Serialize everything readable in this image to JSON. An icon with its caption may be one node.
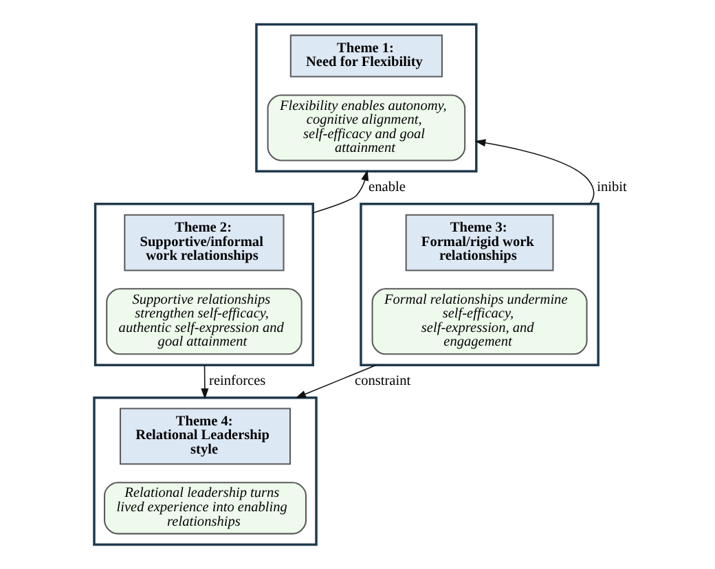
{
  "diagram": {
    "nodes": [
      {
        "text": [],
        "shape": "box"
      },
      {
        "text": [
          "Theme 1: Need for Flexibility"
        ],
        "in": 0
      },
      {
        "text": [
          "Flexibility enables autonomy, cognitive alignment, self-efficacy and goal attainment"
        ],
        "in": 0
      },
      {
        "text": [],
        "shape": "box"
      },
      {
        "text": [
          "Theme 2: Supportive/informal work relationships"
        ],
        "in": 3
      },
      {
        "text": [
          "Supportive relationships strengthen self-efficacy, authentic self-expression and goal attainment"
        ],
        "in": 3
      },
      {
        "text": [],
        "shape": "box"
      },
      {
        "text": [
          "Theme 3: Formal/rigid work relationships"
        ],
        "in": 6
      },
      {
        "text": [
          "Formal relationships undermine self-efficacy, self-expression, and engagement"
        ],
        "in": 6
      },
      {
        "text": [],
        "shape": "box"
      },
      {
        "text": [
          "Theme 4: Relational Leadership style"
        ],
        "in": 9
      },
      {
        "text": [
          "Relational leadership turns lived experience into enabling relationships"
        ],
        "in": 9
      }
    ],
    "edges": [
      {
        "from": 3,
        "to": 0,
        "arrow": "to",
        "label": "enable"
      },
      {
        "from": 6,
        "to": 0,
        "arrow": "to",
        "label": "inibit"
      },
      {
        "from": 3,
        "to": 9,
        "arrow": "to",
        "label": "reinforces"
      },
      {
        "from": 6,
        "to": 9,
        "arrow": "to",
        "label": "constraint"
      }
    ]
  }
}
